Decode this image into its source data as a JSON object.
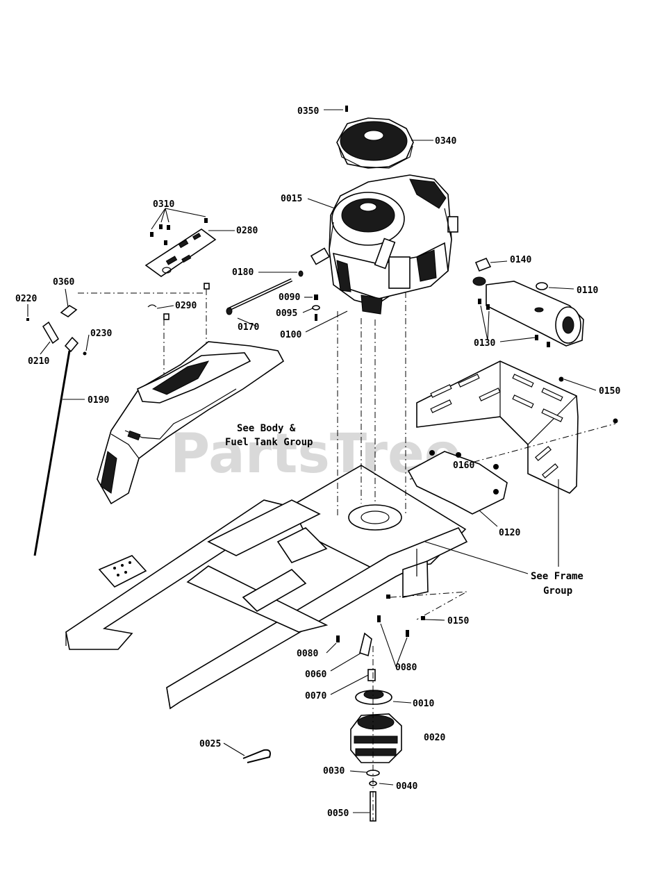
{
  "watermark": "PartsTree",
  "notes": {
    "body_group_line1": "See Body &",
    "body_group_line2": "Fuel Tank Group",
    "frame_group_line1": "See Frame",
    "frame_group_line2": "Group"
  },
  "labels": {
    "p0350": "0350",
    "p0340": "0340",
    "p0015": "0015",
    "p0310": "0310",
    "p0280": "0280",
    "p0180": "0180",
    "p0090": "0090",
    "p0095": "0095",
    "p0100": "0100",
    "p0170": "0170",
    "p0290": "0290",
    "p0360": "0360",
    "p0220": "0220",
    "p0230": "0230",
    "p0210": "0210",
    "p0190": "0190",
    "p0140": "0140",
    "p0110": "0110",
    "p0130": "0130",
    "p0150a": "0150",
    "p0160": "0160",
    "p0120": "0120",
    "p0150b": "0150",
    "p0080a": "0080",
    "p0080b": "0080",
    "p0060": "0060",
    "p0070": "0070",
    "p0010": "0010",
    "p0020": "0020",
    "p0025": "0025",
    "p0030": "0030",
    "p0040": "0040",
    "p0050": "0050"
  },
  "colors": {
    "ink": "#000000",
    "paper": "#ffffff",
    "watermark": "#d9d9d9"
  }
}
